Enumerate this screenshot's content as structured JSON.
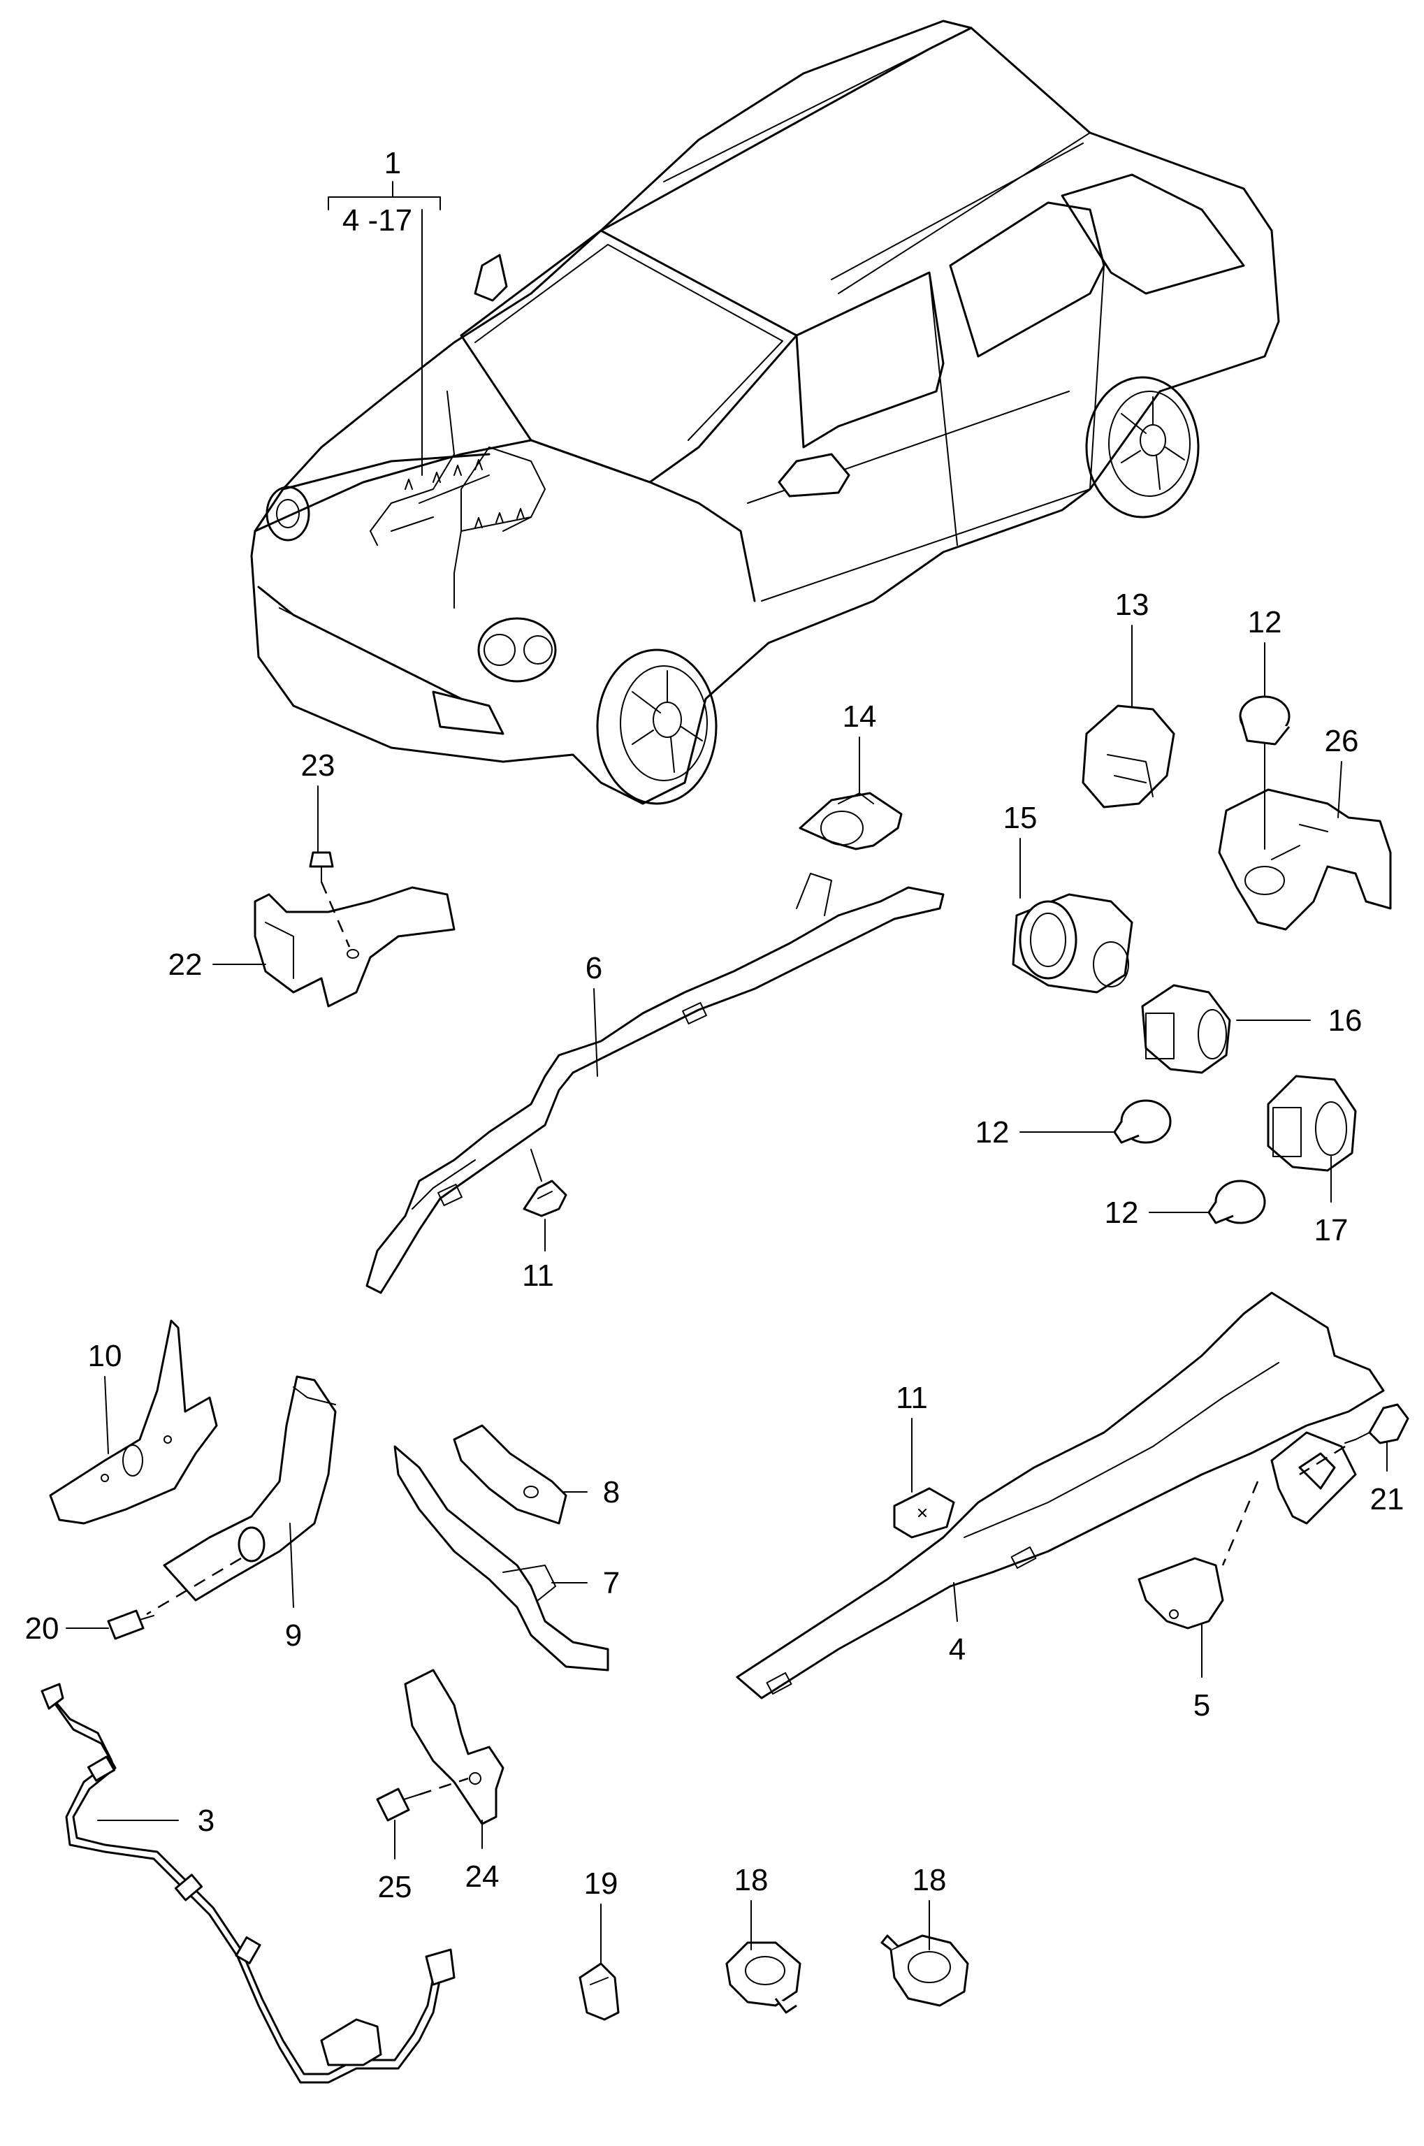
{
  "callouts": {
    "c1": "1",
    "c1_range": "4 -17",
    "c3": "3",
    "c4": "4",
    "c5": "5",
    "c6": "6",
    "c7": "7",
    "c8": "8",
    "c9": "9",
    "c10": "10",
    "c11a": "11",
    "c11b": "11",
    "c12a": "12",
    "c12b": "12",
    "c12c": "12",
    "c13": "13",
    "c14": "14",
    "c15": "15",
    "c16": "16",
    "c17": "17",
    "c18a": "18",
    "c18b": "18",
    "c19": "19",
    "c20": "20",
    "c21": "21",
    "c22": "22",
    "c23": "23",
    "c24": "24",
    "c25": "25",
    "c26": "26"
  }
}
